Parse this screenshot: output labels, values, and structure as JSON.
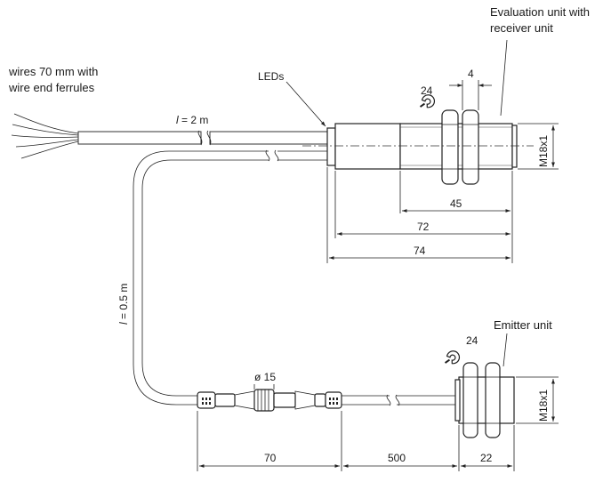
{
  "labels": {
    "evaluation_unit_line1": "Evaluation unit with",
    "evaluation_unit_line2": "receiver unit",
    "wires_line1": "wires 70 mm with",
    "wires_line2": "wire end ferrules",
    "leds": "LEDs",
    "emitter_unit": "Emitter unit"
  },
  "cable_lengths": {
    "l_symbol": "l",
    "main_cable": " = 2 m",
    "emitter_cable": " = 0.5 m"
  },
  "dimensions": {
    "wrench_size_receiver": "24",
    "wrench_size_emitter": "24",
    "nut_width": "4",
    "thread_length": "45",
    "length_72": "72",
    "length_74": "74",
    "thread_receiver": "M18x1",
    "thread_emitter": "M18x1",
    "connector_diameter": "ø 15",
    "connector_length": "70",
    "cable_500": "500",
    "emitter_length": "22"
  }
}
